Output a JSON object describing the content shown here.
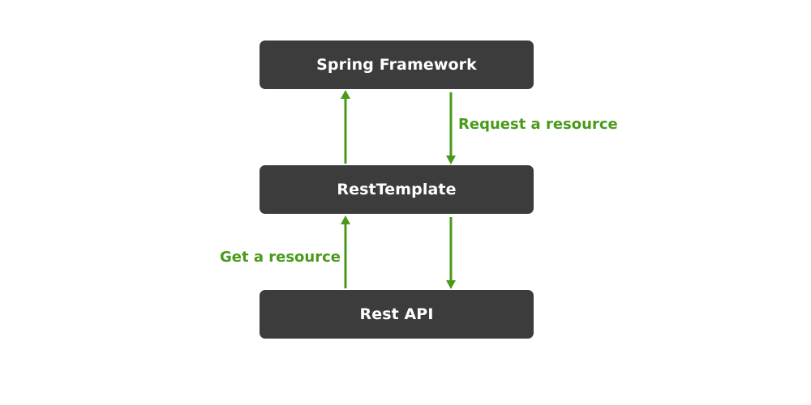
{
  "colors": {
    "node_fill": "#3c3c3c",
    "arrow": "#4a9a1a",
    "node_text": "#ffffff"
  },
  "nodes": {
    "spring": "Spring Framework",
    "rest_template": "RestTemplate",
    "rest_api": "Rest API"
  },
  "edges": {
    "request": "Request a resource",
    "get": "Get a resource"
  }
}
